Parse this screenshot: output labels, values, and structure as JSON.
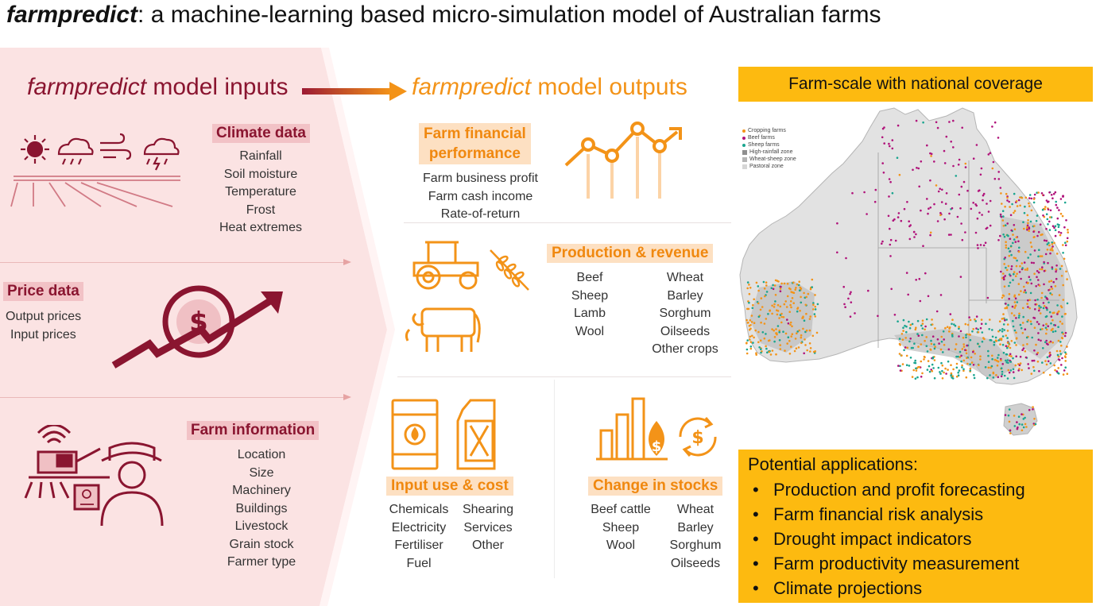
{
  "title": {
    "brand": "farmpredict",
    "rest": ": a machine-learning based micro-simulation model of Australian farms"
  },
  "inputs": {
    "heading_brand": "farmpredict",
    "heading_rest": " model inputs",
    "climate": {
      "label": "Climate data",
      "items": [
        "Rainfall",
        "Soil moisture",
        "Temperature",
        "Frost",
        "Heat extremes"
      ]
    },
    "price": {
      "label": "Price data",
      "items": [
        "Output prices",
        "Input prices"
      ]
    },
    "farm_info": {
      "label": "Farm information",
      "items": [
        "Location",
        "Size",
        "Machinery",
        "Buildings",
        "Livestock",
        "Grain stock",
        "Farmer type"
      ]
    }
  },
  "outputs": {
    "heading_brand": "farmpredict",
    "heading_rest": " model outputs",
    "financial": {
      "label_line1": "Farm financial",
      "label_line2": "performance",
      "items": [
        "Farm business profit",
        "Farm cash income",
        "Rate-of-return"
      ]
    },
    "production": {
      "label": "Production & revenue",
      "col1": [
        "Beef",
        "Sheep",
        "Lamb",
        "Wool"
      ],
      "col2": [
        "Wheat",
        "Barley",
        "Sorghum",
        "Oilseeds",
        "Other crops"
      ]
    },
    "input_use": {
      "label": "Input use & cost",
      "col1": [
        "Chemicals",
        "Electricity",
        "Fertiliser",
        "Fuel"
      ],
      "col2": [
        "Shearing",
        "Services",
        "Other"
      ]
    },
    "stocks": {
      "label": "Change in stocks",
      "col1": [
        "Beef cattle",
        "Sheep",
        "Wool"
      ],
      "col2": [
        "Wheat",
        "Barley",
        "Sorghum",
        "Oilseeds"
      ]
    }
  },
  "coverage": {
    "label": "Farm-scale with national coverage",
    "legend": [
      {
        "label": "Cropping farms",
        "color": "#f39318"
      },
      {
        "label": "Beef farms",
        "color": "#b0127a"
      },
      {
        "label": "Sheep farms",
        "color": "#1aa58f"
      },
      {
        "label": "High-rainfall zone",
        "color": "#8f8f8f"
      },
      {
        "label": "Wheat-sheep zone",
        "color": "#b5b5b5"
      },
      {
        "label": "Pastoral zone",
        "color": "#d6d6d6"
      }
    ]
  },
  "applications": {
    "title": "Potential applications:",
    "items": [
      "Production and profit forecasting",
      "Farm financial risk analysis",
      "Drought impact indicators",
      "Farm productivity measurement",
      "Climate projections"
    ]
  },
  "colors": {
    "input_red": "#8a1530",
    "output_orange": "#f39318",
    "highlight_yellow": "#fdba10",
    "input_panel_pink": "#f9e0e0"
  }
}
